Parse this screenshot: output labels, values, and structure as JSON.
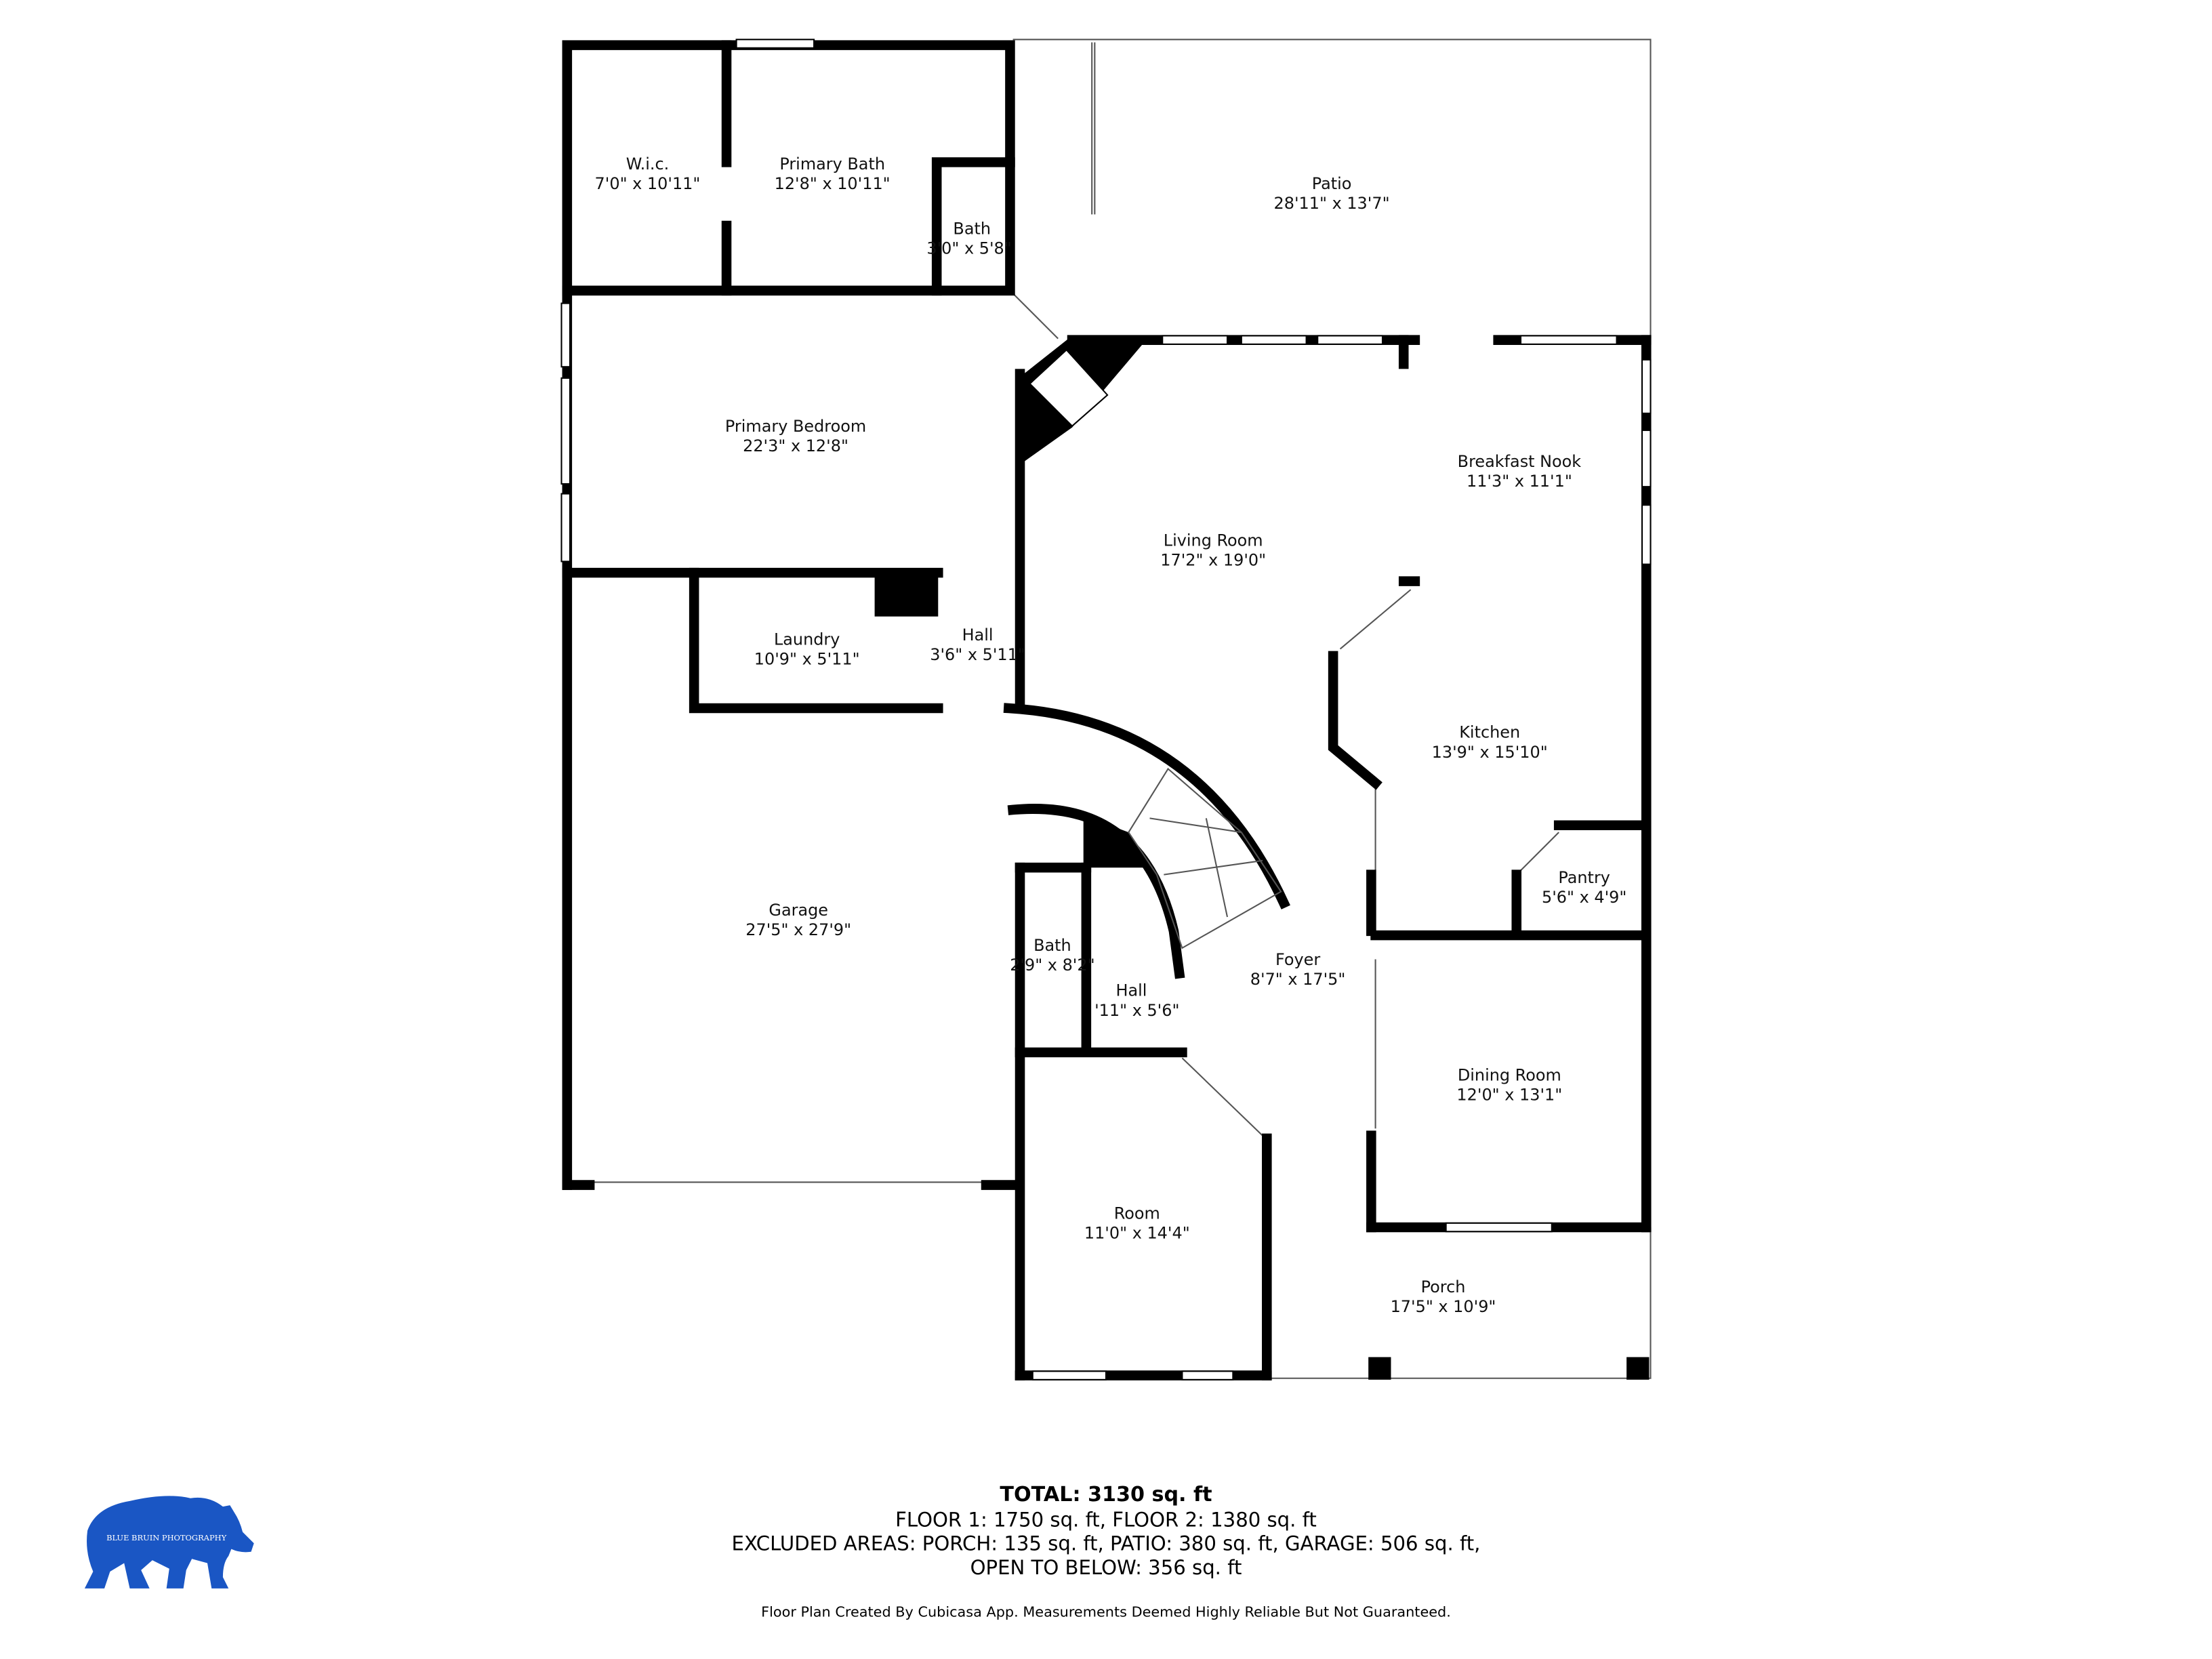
{
  "rooms": {
    "wic": {
      "name": "W.i.c.",
      "dim": "7'0\" x 10'11\""
    },
    "primary_bath": {
      "name": "Primary Bath",
      "dim": "12'8\" x 10'11\""
    },
    "bath_upper": {
      "name": "Bath",
      "dim": "3'0\" x 5'8\""
    },
    "patio": {
      "name": "Patio",
      "dim": "28'11\" x 13'7\""
    },
    "primary_bedroom": {
      "name": "Primary Bedroom",
      "dim": "22'3\" x 12'8\""
    },
    "breakfast_nook": {
      "name": "Breakfast Nook",
      "dim": "11'3\" x 11'1\""
    },
    "living_room": {
      "name": "Living Room",
      "dim": "17'2\" x 19'0\""
    },
    "laundry": {
      "name": "Laundry",
      "dim": "10'9\" x 5'11\""
    },
    "hall_upper": {
      "name": "Hall",
      "dim": "3'6\" x 5'11\""
    },
    "kitchen": {
      "name": "Kitchen",
      "dim": "13'9\" x 15'10\""
    },
    "pantry": {
      "name": "Pantry",
      "dim": "5'6\" x 4'9\""
    },
    "garage": {
      "name": "Garage",
      "dim": "27'5\" x 27'9\""
    },
    "bath_lower": {
      "name": "Bath",
      "dim": "2'9\" x 8'2\""
    },
    "hall_lower": {
      "name": "Hall",
      "dim": "'11\" x 5'6\""
    },
    "foyer": {
      "name": "Foyer",
      "dim": "8'7\" x 17'5\""
    },
    "dining_room": {
      "name": "Dining Room",
      "dim": "12'0\" x 13'1\""
    },
    "room": {
      "name": "Room",
      "dim": "11'0\" x 14'4\""
    },
    "porch": {
      "name": "Porch",
      "dim": "17'5\" x 10'9\""
    }
  },
  "summary": {
    "total": "TOTAL: 3130 sq. ft",
    "floors": "FLOOR 1: 1750 sq. ft, FLOOR 2: 1380 sq. ft",
    "excluded": "EXCLUDED AREAS: PORCH: 135 sq. ft, PATIO: 380 sq. ft, GARAGE: 506 sq. ft,",
    "open_below": "OPEN TO BELOW: 356 sq. ft",
    "disclaimer": "Floor Plan Created By Cubicasa App. Measurements Deemed Highly Reliable But Not Guaranteed."
  },
  "logo": {
    "text": "BLUE BRUIN PHOTOGRAPHY",
    "color": "#1a56c4"
  }
}
